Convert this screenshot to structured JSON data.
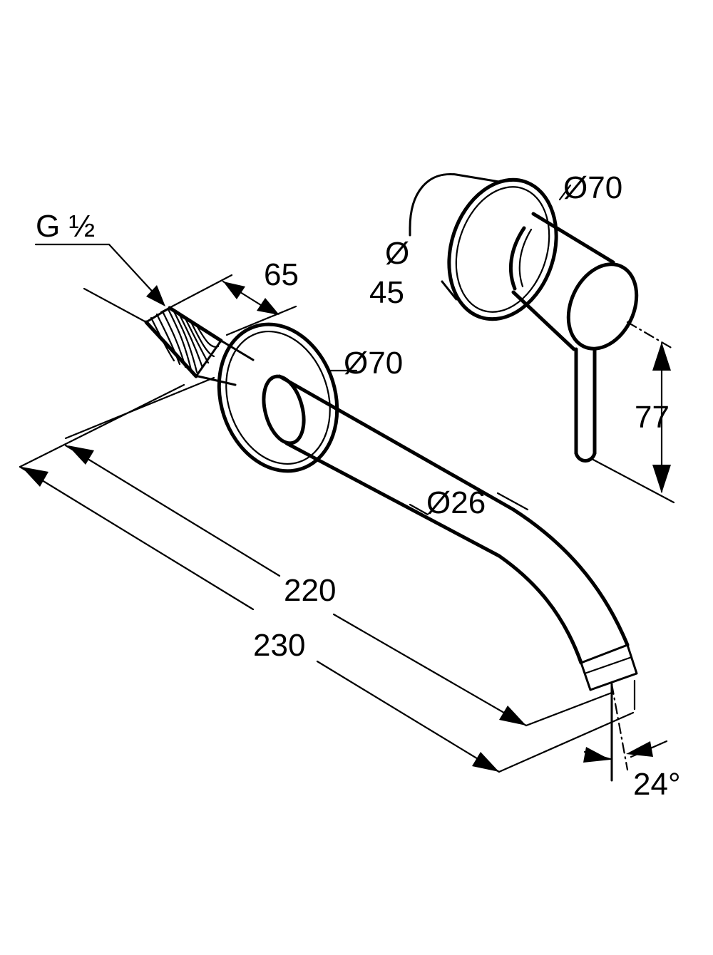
{
  "labels": {
    "thread": "G ½",
    "thread_length": "65",
    "rosette_spout": "Ø70",
    "rosette_mixer": "Ø70",
    "diameter_sym": "Ø",
    "handle_dia": "45",
    "spout_dia": "Ø26",
    "lever_height": "77",
    "length_220": "220",
    "length_230": "230",
    "angle": "24°"
  },
  "colors": {
    "line": "#000000",
    "background": "#ffffff"
  }
}
